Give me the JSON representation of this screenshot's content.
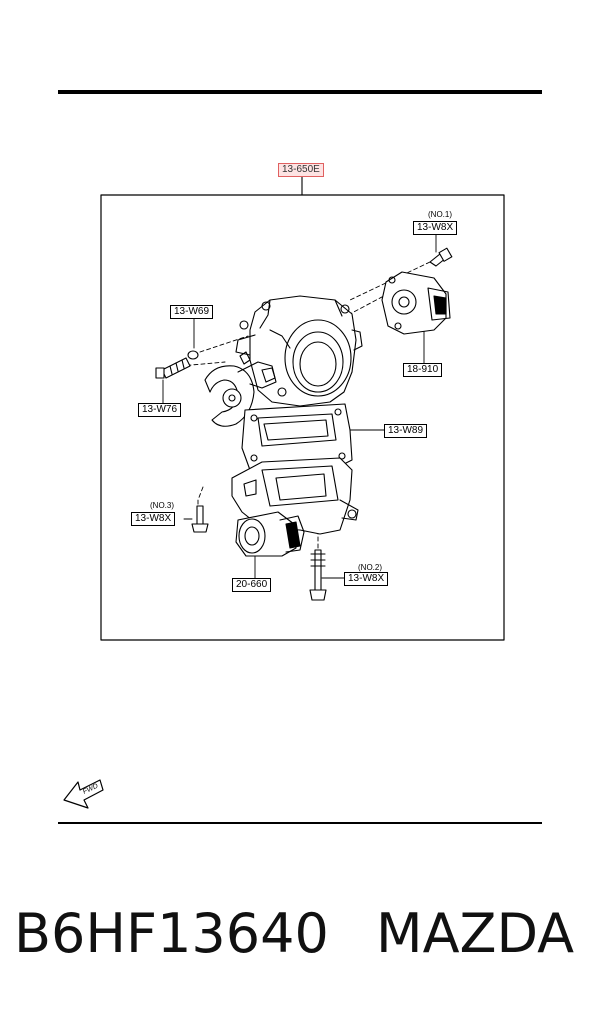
{
  "header_label": "13-650E",
  "parts": [
    {
      "id": "w8x-no1",
      "code": "13-W8X",
      "note": "(NO.1)"
    },
    {
      "id": "w69",
      "code": "13-W69"
    },
    {
      "id": "p18910",
      "code": "18-910"
    },
    {
      "id": "w76",
      "code": "13-W76"
    },
    {
      "id": "w89",
      "code": "13-W89"
    },
    {
      "id": "w8x-no3",
      "code": "13-W8X",
      "note": "(NO.3)"
    },
    {
      "id": "w8x-no2",
      "code": "13-W8X",
      "note": "(NO.2)"
    },
    {
      "id": "p20660",
      "code": "20-660"
    }
  ],
  "fwd_label": "FWD",
  "footer": {
    "part_number": "B6HF13640",
    "brand": "MAZDA"
  }
}
